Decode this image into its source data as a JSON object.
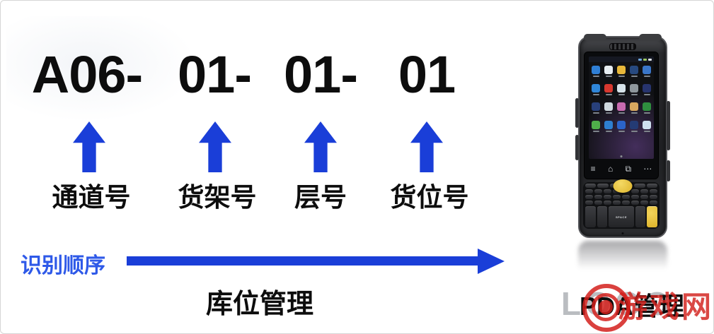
{
  "page": {
    "code_segments": [
      {
        "text": "A06-",
        "label": "通道号"
      },
      {
        "text": "01-",
        "label": "货架号"
      },
      {
        "text": "01-",
        "label": "层号"
      },
      {
        "text": "01",
        "label": "货位号"
      }
    ],
    "sequence_label": "识别顺序",
    "bottom_left_caption": "库位管理",
    "bottom_right_caption": "PDA管理"
  },
  "watermark": {
    "gray_text": "LOGO",
    "red_text": "游戏网"
  },
  "colors": {
    "arrow_blue": "#1a3ed8",
    "sequence_blue": "#2e59e8",
    "text_black": "#0d0d0d",
    "watermark_red": "#d3201c",
    "watermark_gray": "#aaadb2",
    "pda_scan_button_yellow": "#ddb32a"
  },
  "pda": {
    "nav_icons": [
      {
        "name": "menu-icon",
        "glyph": "≡"
      },
      {
        "name": "home-icon",
        "glyph": "⌂"
      },
      {
        "name": "back-icon",
        "glyph": "⧉"
      },
      {
        "name": "more-icon",
        "glyph": "⋯"
      }
    ],
    "space_key_label": "SPACE",
    "key_rows": [
      6,
      8,
      8,
      8
    ],
    "app_icon_colors": [
      "#2f7fd6",
      "#e8eef2",
      "#e8b83a",
      "#27497f",
      "#3a76c9",
      "#2f86d9",
      "#d8382f",
      "#d7e3ea",
      "#8e969c",
      "#27346e",
      "#28407a",
      "#cfd9df",
      "#c86ab0",
      "#d9a75f",
      "#2f8f3f",
      "#4fae4a",
      "#2e7fd0",
      "#2b63c9",
      "#243b74",
      "#cfe0ef"
    ]
  }
}
